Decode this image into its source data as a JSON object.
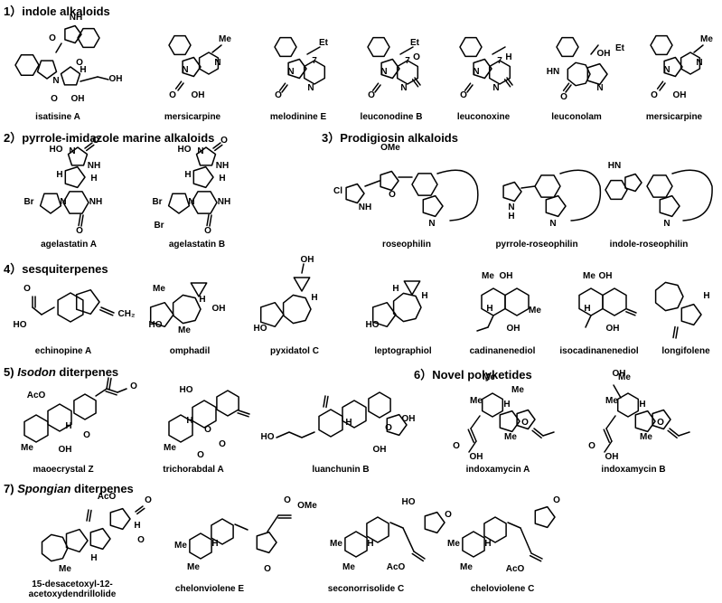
{
  "sections": [
    {
      "id": "s1",
      "title": "1）indole alkaloids",
      "compounds": [
        "isatisine A",
        "mersicarpine",
        "melodinine E",
        "leuconodine B",
        "leuconoxine",
        "leuconolam",
        "mersicarpine"
      ]
    },
    {
      "id": "s2",
      "title": "2）pyrrole-imidazole marine alkaloids",
      "compounds": [
        "agelastatin A",
        "agelastatin B"
      ]
    },
    {
      "id": "s3",
      "title": "3）Prodigiosin  alkaloids",
      "compounds": [
        "roseophilin",
        "pyrrole-roseophilin",
        "indole-roseophilin"
      ]
    },
    {
      "id": "s4",
      "title": "4）sesquiterpenes",
      "compounds": [
        "echinopine A",
        "omphadil",
        "pyxidatol C",
        "leptographiol",
        "cadinanenediol",
        "isocadinanenediol",
        "longifolene"
      ]
    },
    {
      "id": "s5",
      "title_prefix": "5)",
      "title_italic": "Isodon",
      "title_suffix": "diterpenes",
      "compounds": [
        "maoecrystal Z",
        "trichorabdal A",
        "luanchunin B"
      ]
    },
    {
      "id": "s6",
      "title": "6）Novel polyketides",
      "compounds": [
        "indoxamycin A",
        "indoxamycin B"
      ]
    },
    {
      "id": "s7",
      "title_prefix": "7)",
      "title_italic": "Spongian",
      "title_suffix": "diterpenes",
      "compounds": [
        "15-desacetoxyl-12-",
        "acetoxydendrillolide",
        "chelonviolene E",
        "seconorrisolide C",
        "cheloviolene C"
      ]
    }
  ],
  "atom_labels": {
    "O": "O",
    "OH": "OH",
    "HO": "HO",
    "N": "N",
    "NH": "NH",
    "H": "H",
    "Me": "Me",
    "Et": "Et",
    "Br": "Br",
    "Cl": "Cl",
    "OMe": "OMe",
    "AcO": "AcO",
    "CH2": "CH₂",
    "seven": "7",
    "HN": "HN",
    "HO_O": "HO,,"
  }
}
